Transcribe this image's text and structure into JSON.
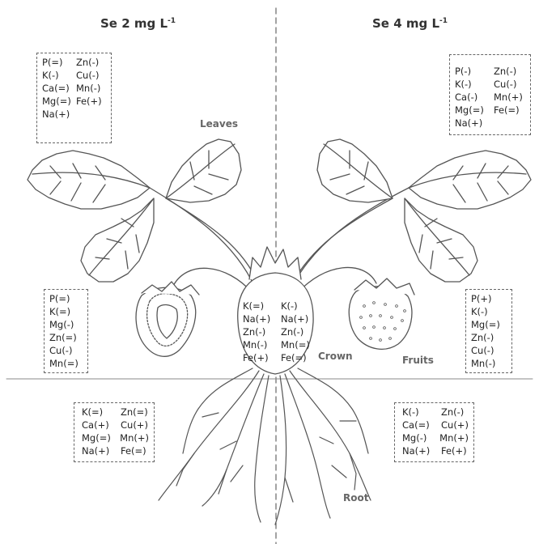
{
  "headers": {
    "left_prefix": "Se 2 mg L",
    "left_sup": "-1",
    "right_prefix": "Se 4 mg L",
    "right_sup": "-1"
  },
  "organ_labels": {
    "leaves": "Leaves",
    "crown": "Crown",
    "fruits": "Fruits",
    "root": "Root"
  },
  "se2": {
    "leaves": [
      [
        "P(=)",
        "Zn(-)"
      ],
      [
        "K(-)",
        "Cu(-)"
      ],
      [
        "Ca(=)",
        "Mn(-)"
      ],
      [
        "Mg(=)",
        "Fe(+)"
      ],
      [
        "Na(+)",
        ""
      ]
    ],
    "fruits": [
      "P(=)",
      "K(=)",
      "Mg(-)",
      "Zn(=)",
      "Cu(-)",
      "Mn(=)"
    ],
    "crown": [
      "K(=)",
      "Na(+)",
      "Zn(-)",
      "Mn(-)",
      "Fe(+)"
    ],
    "root": [
      [
        "K(=)",
        "Zn(=)"
      ],
      [
        "Ca(+)",
        "Cu(+)"
      ],
      [
        "Mg(=)",
        "Mn(+)"
      ],
      [
        "Na(+)",
        "Fe(=)"
      ]
    ]
  },
  "se4": {
    "leaves": [
      [
        "P(-)",
        "Zn(-)"
      ],
      [
        "K(-)",
        "Cu(-)"
      ],
      [
        "Ca(-)",
        "Mn(+)"
      ],
      [
        "Mg(=)",
        "Fe(=)"
      ],
      [
        "Na(+)",
        ""
      ]
    ],
    "fruits": [
      "P(+)",
      "K(-)",
      "Mg(=)",
      "Zn(-)",
      "Cu(-)",
      "Mn(-)"
    ],
    "crown": [
      "K(-)",
      "Na(+)",
      "Zn(-)",
      "Mn(=)",
      "Fe(=)"
    ],
    "root": [
      [
        "K(-)",
        "Zn(-)"
      ],
      [
        "Ca(=)",
        "Cu(+)"
      ],
      [
        "Mg(-)",
        "Mn(+)"
      ],
      [
        "Na(+)",
        "Fe(+)"
      ]
    ]
  }
}
